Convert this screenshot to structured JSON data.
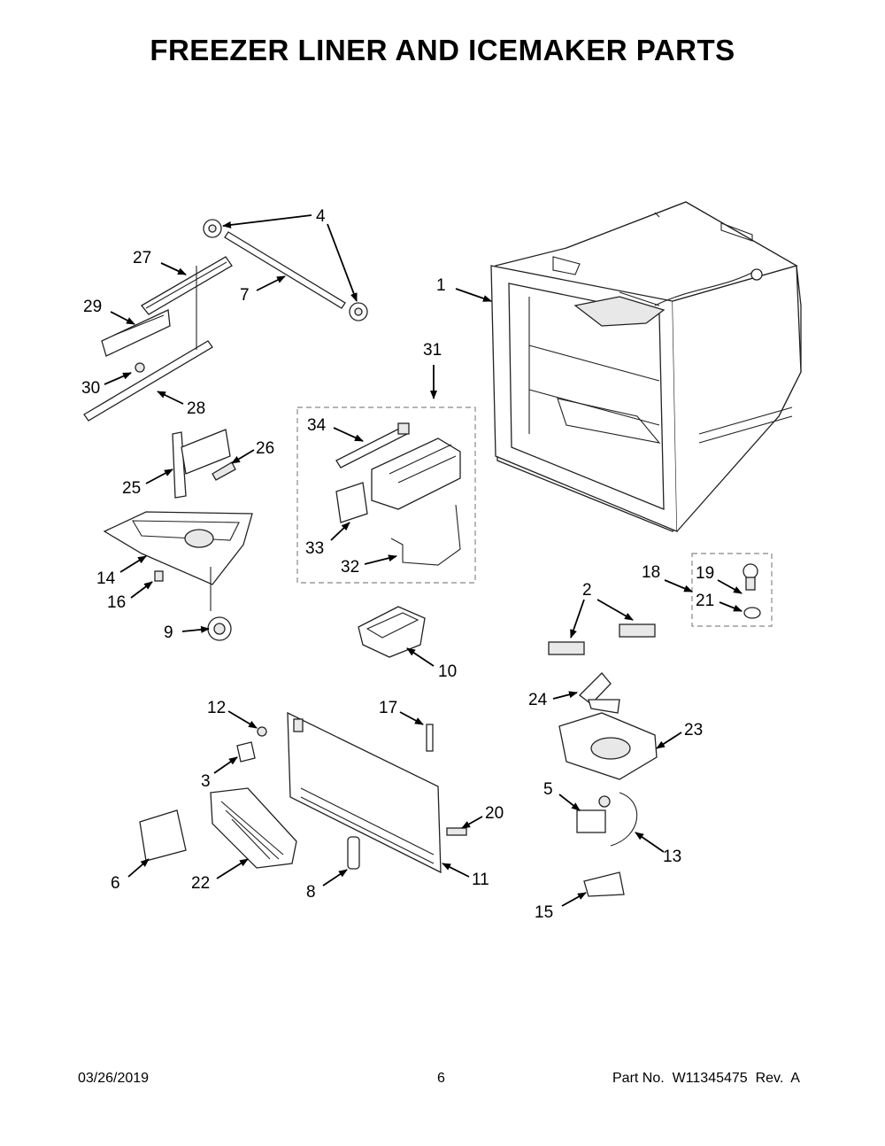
{
  "title": "FREEZER LINER AND ICEMAKER PARTS",
  "footer": {
    "date": "03/26/2019",
    "page": "6",
    "part_no": "Part No.  W11345475  Rev.  A"
  },
  "callouts": [
    "1",
    "2",
    "3",
    "4",
    "5",
    "6",
    "7",
    "8",
    "9",
    "10",
    "11",
    "12",
    "13",
    "14",
    "15",
    "16",
    "17",
    "18",
    "19",
    "20",
    "21",
    "22",
    "23",
    "24",
    "25",
    "26",
    "27",
    "28",
    "29",
    "30",
    "31",
    "32",
    "33",
    "34"
  ]
}
